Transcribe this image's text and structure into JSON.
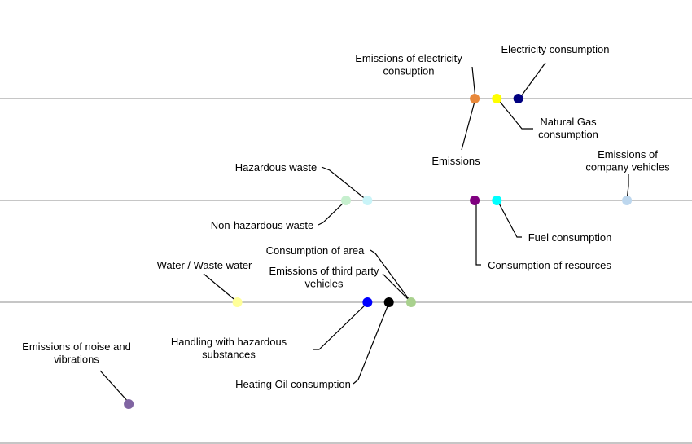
{
  "chart_data": {
    "type": "scatter",
    "title": "",
    "xlabel": "",
    "ylabel": "",
    "grid": false,
    "legend": "none",
    "rows": [
      1,
      2,
      3
    ],
    "points": [
      {
        "id": "emissions-of-electricity-consumption",
        "label": [
          "Emissions of electricity",
          "consuption"
        ],
        "x": 0.686,
        "row": 1,
        "color": "#e8883a"
      },
      {
        "id": "emissions",
        "label": [
          "Emissions"
        ],
        "x": 0.686,
        "row": 1,
        "color": "#e8883a"
      },
      {
        "id": "natural-gas-consumption",
        "label": [
          "Natural Gas",
          "consumption"
        ],
        "x": 0.718,
        "row": 1,
        "color": "#ffff00"
      },
      {
        "id": "electricity-consumption",
        "label": [
          "Electricity consumption"
        ],
        "x": 0.749,
        "row": 1,
        "color": "#000080"
      },
      {
        "id": "non-hazardous-waste",
        "label": [
          "Non-hazardous waste"
        ],
        "x": 0.5,
        "row": 2,
        "color": "#c6efce"
      },
      {
        "id": "hazardous-waste",
        "label": [
          "Hazardous waste"
        ],
        "x": 0.531,
        "row": 2,
        "color": "#c9f4f8"
      },
      {
        "id": "consumption-of-resources",
        "label": [
          "Consumption of resources"
        ],
        "x": 0.686,
        "row": 2,
        "color": "#800080"
      },
      {
        "id": "fuel-consumption",
        "label": [
          "Fuel consumption"
        ],
        "x": 0.718,
        "row": 2,
        "color": "#00ffff"
      },
      {
        "id": "emissions-of-company-vehicles",
        "label": [
          "Emissions of",
          "company vehicles"
        ],
        "x": 0.906,
        "row": 2,
        "color": "#bdd7ee"
      },
      {
        "id": "water-waste-water",
        "label": [
          "Water / Waste water"
        ],
        "x": 0.343,
        "row": 3,
        "color": "#ffff99"
      },
      {
        "id": "handling-with-hazardous-substances",
        "label": [
          "Handling with hazardous",
          "substances"
        ],
        "x": 0.531,
        "row": 3,
        "color": "#0000ff"
      },
      {
        "id": "heating-oil-consumption",
        "label": [
          "Heating Oil consumption"
        ],
        "x": 0.562,
        "row": 3,
        "color": "#000000"
      },
      {
        "id": "consumption-of-area",
        "label": [
          "Consumption of area"
        ],
        "x": 0.594,
        "row": 3,
        "color": "#a9d18e"
      },
      {
        "id": "emissions-of-third-party-vehicles",
        "label": [
          "Emissions of third party",
          "vehicles"
        ],
        "x": 0.594,
        "row": 3,
        "color": "#a9d18e"
      },
      {
        "id": "emissions-of-noise-and-vibrations",
        "label": [
          "Emissions of noise and",
          "vibrations"
        ],
        "x": 0.186,
        "row": 4,
        "color": "#8064a2"
      }
    ]
  }
}
